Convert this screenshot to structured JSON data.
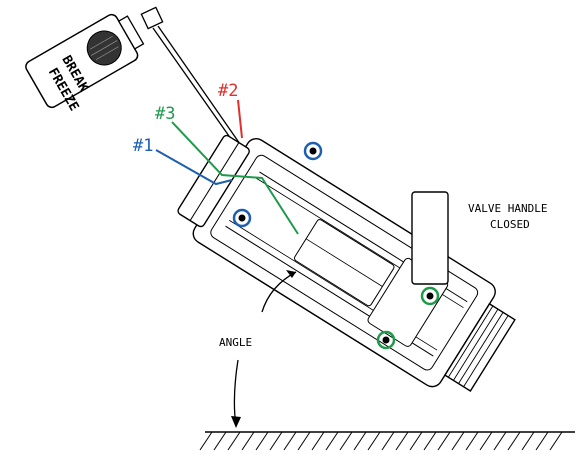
{
  "can": {
    "brand_line1": "BREAK",
    "brand_line2": "FREEZE"
  },
  "labels": {
    "p1": "#1",
    "p2": "#2",
    "p3": "#3",
    "valve_line1": "VALVE HANDLE",
    "valve_line2": "CLOSED",
    "angle": "ANGLE"
  },
  "colors": {
    "p1": "#1f5fb0",
    "p2": "#e0302c",
    "p3": "#1f9a4a",
    "line": "#000000",
    "ring_blue": "#1f5fb0",
    "ring_green": "#1f9a4a"
  }
}
